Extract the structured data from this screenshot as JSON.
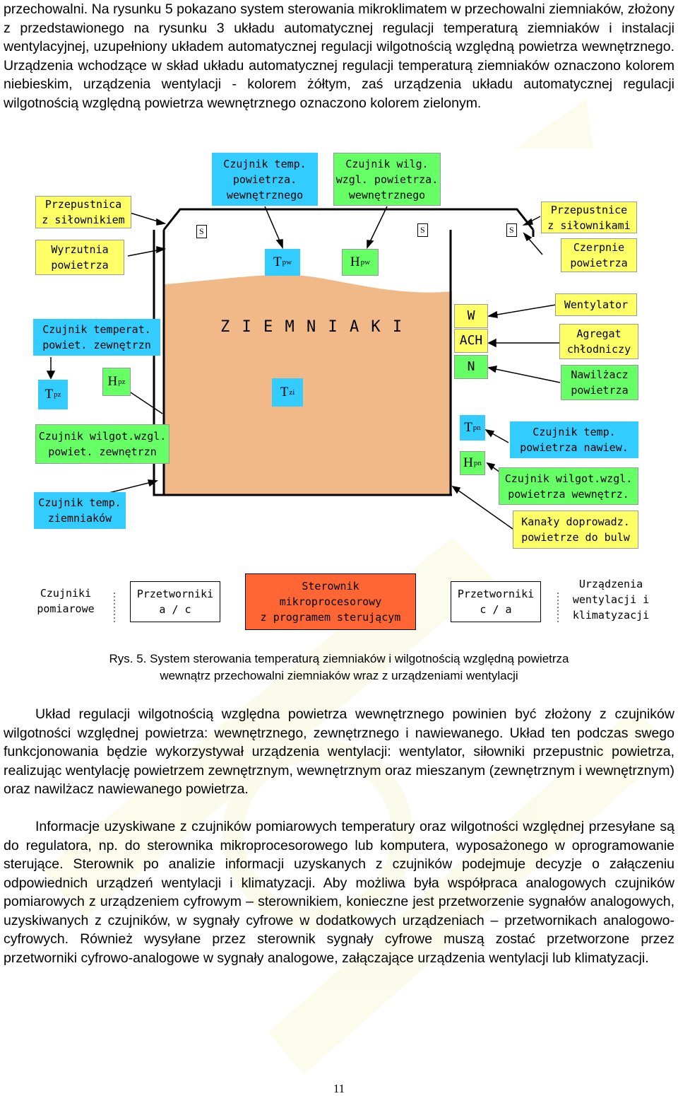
{
  "text": {
    "intro": "przechowalni. Na rysunku 5 pokazano  system sterowania mikroklimatem w przechowalni ziemniaków, złożony z przedstawionego na rysunku 3 układu automatycznej regulacji temperaturą ziemniaków i instalacji wentylacyjnej, uzupełniony układem automatycznej regulacji wilgotnością względną powietrza wewnętrznego. Urządzenia wchodzące w skład układu automatycznej regulacji temperaturą ziemniaków oznaczono kolorem niebieskim, urządzenia wentylacji - kolorem żółtym, zaś urządzenia  układu automatycznej regulacji wilgotnością względną powietrza wewnętrznego oznaczono kolorem zielonym.",
    "caption_line1": "Rys. 5. System sterowania temperaturą ziemniaków i wilgotnością względną powietrza",
    "caption_line2": "wewnątrz przechowalni ziemniaków wraz z urządzeniami wentylacji",
    "para2": "Układ regulacji wilgotnością względna powietrza wewnętrznego powinien być złożony z czujników wilgotności względnej powietrza:  wewnętrznego, zewnętrznego i nawiewanego. Układ ten podczas swego funkcjonowania będzie wykorzystywał urządzenia wentylacji: wentylator, siłowniki przepustnic powietrza, realizując wentylację powietrzem zewnętrznym, wewnętrznym oraz mieszanym (zewnętrznym i wewnętrznym) oraz nawilżacz nawiewanego powietrza.",
    "para3": "Informacje uzyskiwane z czujników pomiarowych temperatury oraz wilgotności względnej przesyłane są do regulatora, np. do sterownika mikroprocesorowego lub komputera, wyposażonego w oprogramowanie sterujące. Sterownik po analizie informacji uzyskanych z czujników podejmuje decyzje o załączeniu odpowiednich urządzeń wentylacji i klimatyzacji. Aby możliwa była współpraca analogowych czujników pomiarowych z urządzeniem cyfrowym – sterownikiem, konieczne jest przetworzenie sygnałów analogowych, uzyskiwanych z czujników, w sygnały cyfrowe w dodatkowych urządzeniach – przetwornikach analogowo-cyfrowych. Również wysyłane przez sterownik sygnały cyfrowe muszą zostać przetworzone przez przetworniki cyfrowo-analogowe w sygnały analogowe, załączające urządzenia wentylacji lub klimatyzacji.",
    "page_number": "11"
  },
  "diagram": {
    "storage_label": "Z I E M N I A K I",
    "blue": {
      "inner_temp": "Czujnik temp.\npowietrza.\nwewnętrznego",
      "outer_temp": "Czujnik temperat.\npowiet. zewnętrzn",
      "potato_temp": "Czujnik temp.\nziemniaków",
      "supply_temp": "Czujnik temp.\npowietrza nawiew."
    },
    "green": {
      "inner_hum": "Czujnik wilg.\nwzgl. powietrza.\nwewnętrznego",
      "outer_hum": "Czujnik wilgot.wzgl.\npowiet. zewnętrzn",
      "supply_hum": "Czujnik wilgot.wzgl.\npowietrza wewnętrz.",
      "humidifier": "Nawilżacz\npowietrza"
    },
    "yellow": {
      "damper_left": "Przepustnica\nz siłownikiem",
      "exhaust": "Wyrzutnia\npowietrza",
      "damper_right": "Przepustnice\nz siłownikami",
      "intake": "Czerpnie\npowietrza",
      "fan": "Wentylator",
      "cooler": "Agregat\nchłodniczy",
      "ducts": "Kanały doprowadz.\npowietrze do bulw"
    },
    "device_stack": {
      "w": "W",
      "ach": "ACH",
      "n": "N"
    },
    "symbols": {
      "tpw": "T",
      "tpw_sub": "pw",
      "hpw": "H",
      "hpw_sub": "pw",
      "tpz": "T",
      "tpz_sub": "pz",
      "hpz": "H",
      "hpz_sub": "pz",
      "tzi": "T",
      "tzi_sub": "zi",
      "tpn": "T",
      "tpn_sub": "pn",
      "hpn": "H",
      "hpn_sub": "pn",
      "s": "S"
    },
    "legend": {
      "sensors": "Czujniki\npomiarowe",
      "adc": "Przetworniki\na / c",
      "controller": "Sterownik\nmikroprocesorowy\nz programem sterującym",
      "dac": "Przetworniki\nc / a",
      "devices": "Urządzenia\nwentylacji i\nklimatyzacji"
    },
    "colors": {
      "potato": "#f2b988",
      "blue": "#33ccff",
      "yellow": "#ffff66",
      "green": "#66ff66",
      "controller": "#ff6633"
    }
  }
}
